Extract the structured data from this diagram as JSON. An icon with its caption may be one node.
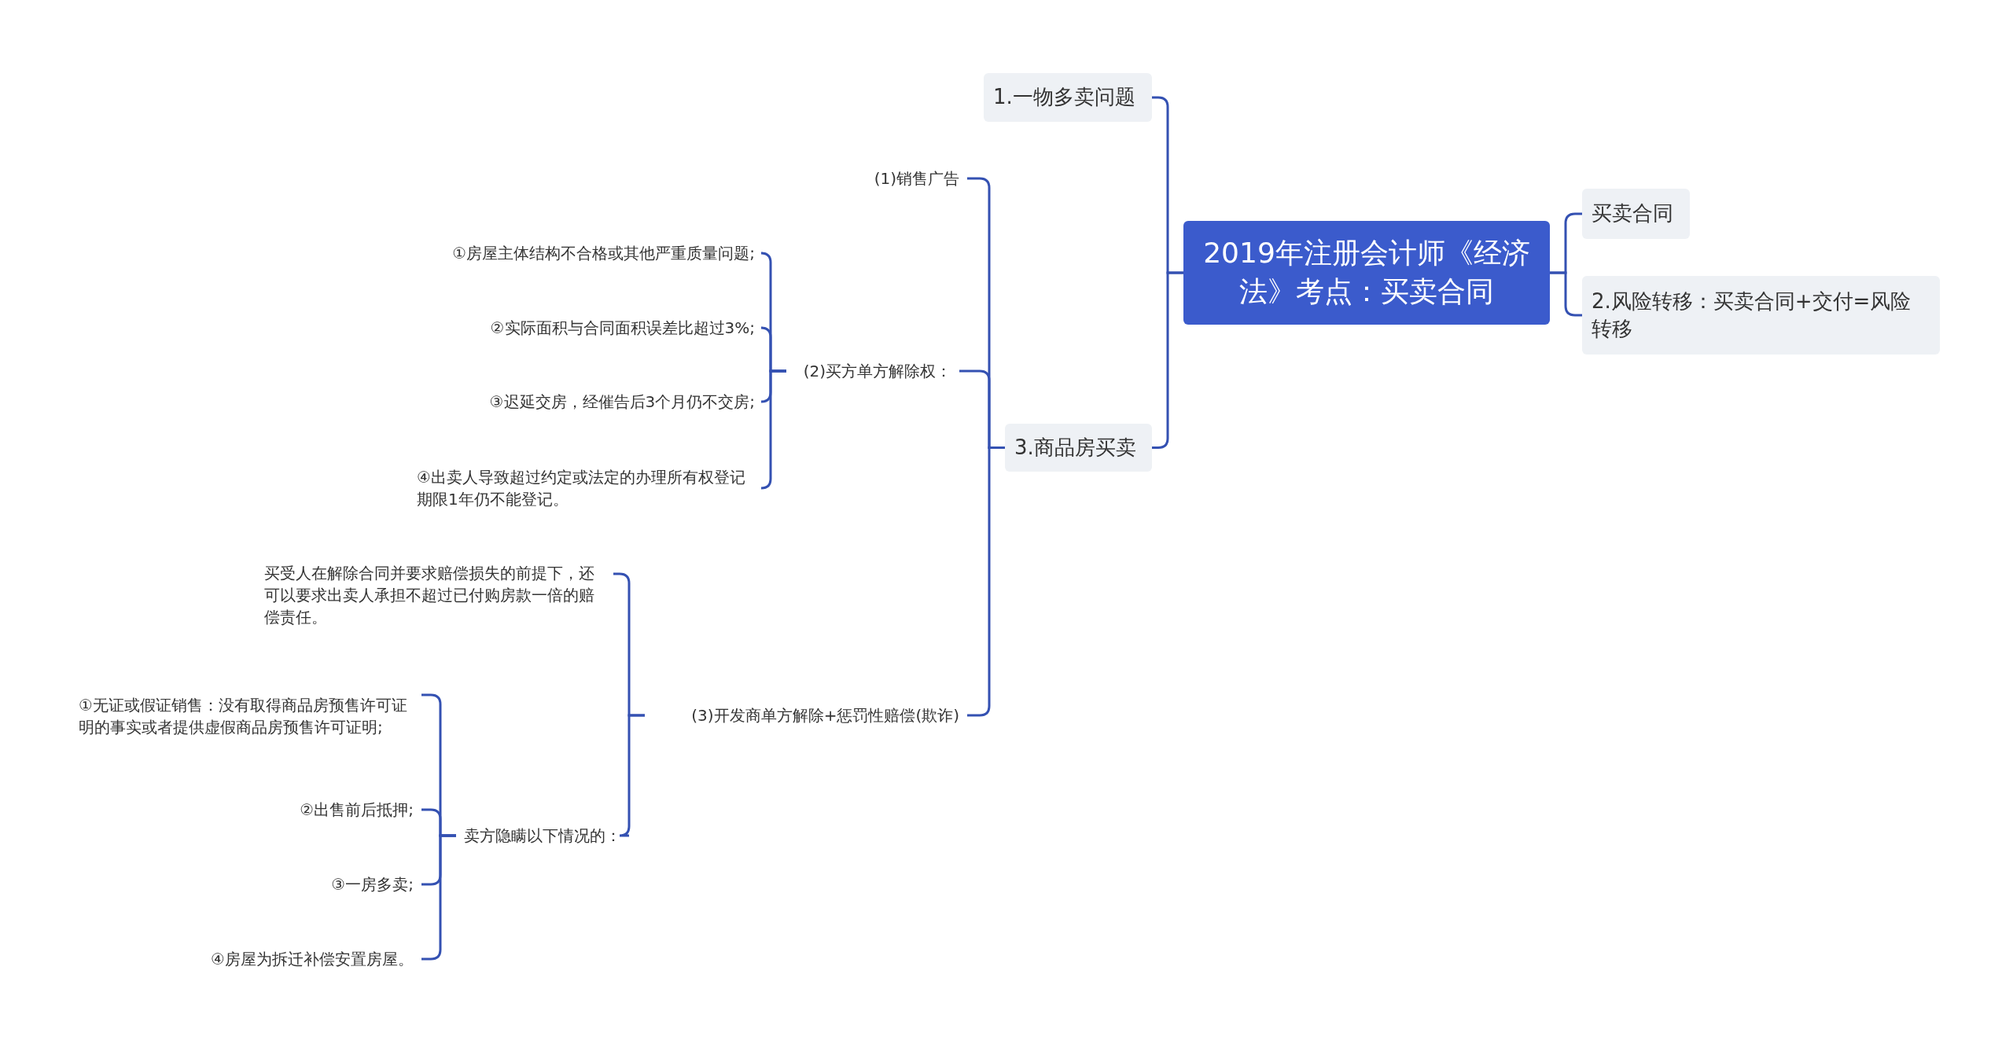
{
  "diagram": {
    "nodes": [
      {
        "text": [
          "2019年注册会计师《经济法》考点：买卖合同"
        ]
      },
      {
        "text": [
          "1.一物多卖问题"
        ]
      },
      {
        "text": [
          "3.商品房买卖"
        ]
      },
      {
        "text": [
          "买卖合同"
        ]
      },
      {
        "text": [
          "2.风险转移：买卖合同+交付=风险转移"
        ]
      },
      {
        "text": [
          "(1)销售广告"
        ]
      },
      {
        "text": [
          "(2)买方单方解除权："
        ]
      },
      {
        "text": [
          "①房屋主体结构不合格或其他严重质量问题;"
        ]
      },
      {
        "text": [
          "②实际面积与合同面积误差比超过3%;"
        ]
      },
      {
        "text": [
          "③迟延交房，经催告后3个月仍不交房;"
        ]
      },
      {
        "text": [
          "④出卖人导致超过约定或法定的办理所有权登记期限1年仍不能登记。"
        ]
      },
      {
        "text": [
          "(3)开发商单方解除+惩罚性赔偿(欺诈)"
        ]
      },
      {
        "text": [
          "买受人在解除合同并要求赔偿损失的前提下，还可以要求出卖人承担不超过已付购房款一倍的赔偿责任。"
        ]
      },
      {
        "text": [
          "卖方隐瞒以下情况的："
        ]
      },
      {
        "text": [
          "①无证或假证销售：没有取得商品房预售许可证明的事实或者提供虚假商品房预售许可证明;"
        ]
      },
      {
        "text": [
          "②出售前后抵押;"
        ]
      },
      {
        "text": [
          "③一房多卖;"
        ]
      },
      {
        "text": [
          "④房屋为拆迁补偿安置房屋。"
        ]
      }
    ],
    "edges": [
      {
        "from": 0,
        "to": 1,
        "arrow": "none"
      },
      {
        "from": 0,
        "to": 2,
        "arrow": "none"
      },
      {
        "from": 0,
        "to": 3,
        "arrow": "none"
      },
      {
        "from": 0,
        "to": 4,
        "arrow": "none"
      },
      {
        "from": 2,
        "to": 5,
        "arrow": "none"
      },
      {
        "from": 2,
        "to": 6,
        "arrow": "none"
      },
      {
        "from": 2,
        "to": 11,
        "arrow": "none"
      },
      {
        "from": 6,
        "to": 7,
        "arrow": "none"
      },
      {
        "from": 6,
        "to": 8,
        "arrow": "none"
      },
      {
        "from": 6,
        "to": 9,
        "arrow": "none"
      },
      {
        "from": 6,
        "to": 10,
        "arrow": "none"
      },
      {
        "from": 11,
        "to": 12,
        "arrow": "none"
      },
      {
        "from": 11,
        "to": 13,
        "arrow": "none"
      },
      {
        "from": 13,
        "to": 14,
        "arrow": "none"
      },
      {
        "from": 13,
        "to": 15,
        "arrow": "none"
      },
      {
        "from": 13,
        "to": 16,
        "arrow": "none"
      },
      {
        "from": 13,
        "to": 17,
        "arrow": "none"
      }
    ]
  }
}
